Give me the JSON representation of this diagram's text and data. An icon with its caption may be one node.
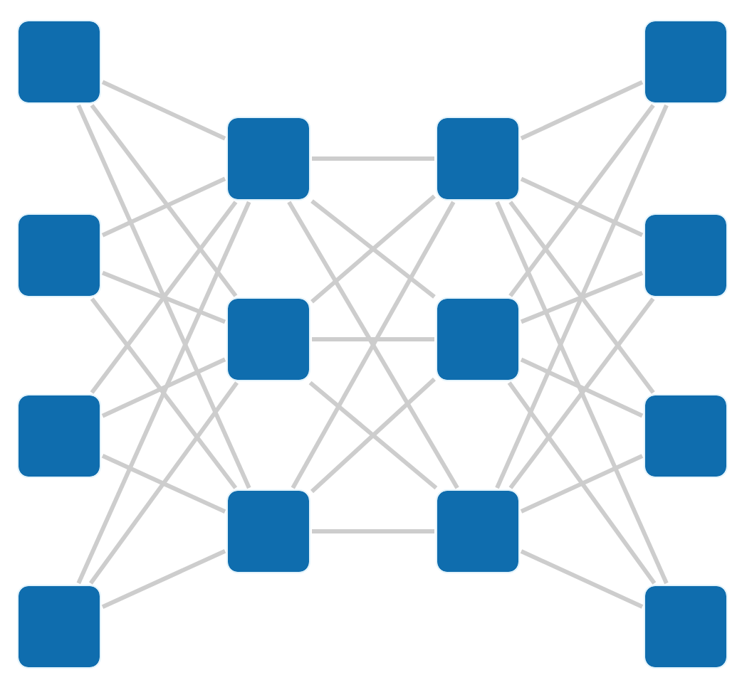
{
  "diagram": {
    "nodes": [
      {
        "text": [],
        "shape": "box"
      },
      {
        "text": [],
        "shape": "box"
      },
      {
        "text": [],
        "shape": "box"
      },
      {
        "text": [],
        "shape": "box"
      },
      {
        "text": [],
        "shape": "box"
      },
      {
        "text": [],
        "shape": "box"
      },
      {
        "text": [],
        "shape": "box"
      },
      {
        "text": [],
        "shape": "box"
      },
      {
        "text": [],
        "shape": "box"
      },
      {
        "text": [],
        "shape": "box"
      },
      {
        "text": [],
        "shape": "box"
      },
      {
        "text": [],
        "shape": "box"
      },
      {
        "text": [],
        "shape": "box"
      },
      {
        "text": [],
        "shape": "box"
      }
    ],
    "edges": [
      {
        "from": 0,
        "to": 4,
        "arrow": "none"
      },
      {
        "from": 0,
        "to": 5,
        "arrow": "none"
      },
      {
        "from": 0,
        "to": 6,
        "arrow": "none"
      },
      {
        "from": 1,
        "to": 4,
        "arrow": "none"
      },
      {
        "from": 1,
        "to": 5,
        "arrow": "none"
      },
      {
        "from": 1,
        "to": 6,
        "arrow": "none"
      },
      {
        "from": 2,
        "to": 4,
        "arrow": "none"
      },
      {
        "from": 2,
        "to": 5,
        "arrow": "none"
      },
      {
        "from": 2,
        "to": 6,
        "arrow": "none"
      },
      {
        "from": 3,
        "to": 4,
        "arrow": "none"
      },
      {
        "from": 3,
        "to": 5,
        "arrow": "none"
      },
      {
        "from": 3,
        "to": 6,
        "arrow": "none"
      },
      {
        "from": 4,
        "to": 7,
        "arrow": "none"
      },
      {
        "from": 4,
        "to": 8,
        "arrow": "none"
      },
      {
        "from": 4,
        "to": 9,
        "arrow": "none"
      },
      {
        "from": 5,
        "to": 7,
        "arrow": "none"
      },
      {
        "from": 5,
        "to": 8,
        "arrow": "none"
      },
      {
        "from": 5,
        "to": 9,
        "arrow": "none"
      },
      {
        "from": 6,
        "to": 7,
        "arrow": "none"
      },
      {
        "from": 6,
        "to": 8,
        "arrow": "none"
      },
      {
        "from": 6,
        "to": 9,
        "arrow": "none"
      },
      {
        "from": 7,
        "to": 10,
        "arrow": "none"
      },
      {
        "from": 7,
        "to": 11,
        "arrow": "none"
      },
      {
        "from": 7,
        "to": 12,
        "arrow": "none"
      },
      {
        "from": 7,
        "to": 13,
        "arrow": "none"
      },
      {
        "from": 8,
        "to": 10,
        "arrow": "none"
      },
      {
        "from": 8,
        "to": 11,
        "arrow": "none"
      },
      {
        "from": 8,
        "to": 12,
        "arrow": "none"
      },
      {
        "from": 8,
        "to": 13,
        "arrow": "none"
      },
      {
        "from": 9,
        "to": 10,
        "arrow": "none"
      },
      {
        "from": 9,
        "to": 11,
        "arrow": "none"
      },
      {
        "from": 9,
        "to": 12,
        "arrow": "none"
      },
      {
        "from": 9,
        "to": 13,
        "arrow": "none"
      }
    ]
  }
}
